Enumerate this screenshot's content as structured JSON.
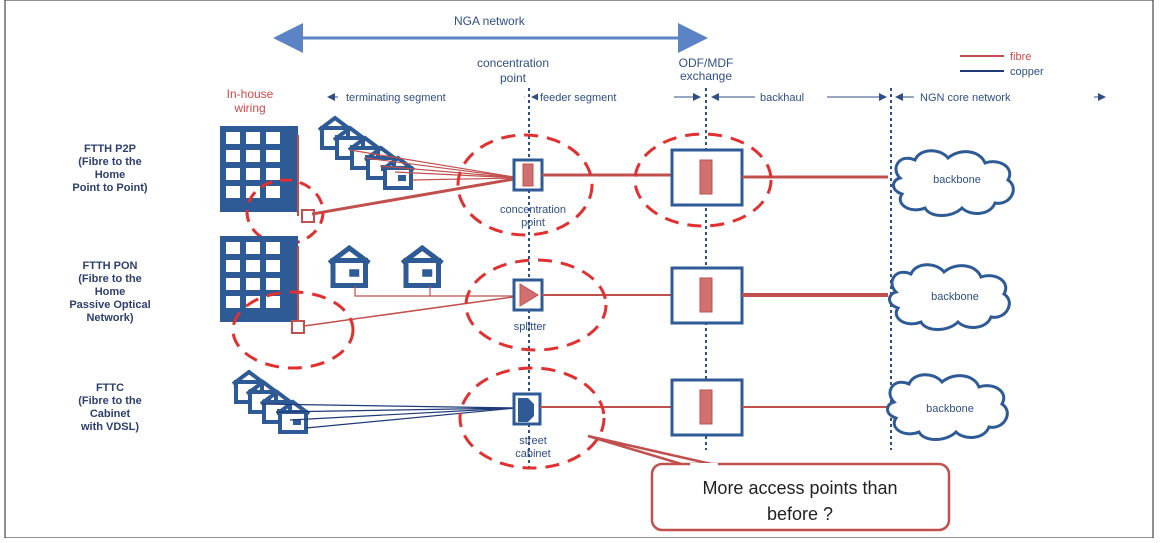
{
  "header": {
    "nga_network": "NGA network",
    "concentration_point": [
      "concentration",
      "point"
    ],
    "odf_mdf": [
      "ODF/MDF",
      "exchange"
    ],
    "in_house_wiring": [
      "In-house",
      "wiring"
    ]
  },
  "legend": {
    "fibre": "fibre",
    "copper": "copper"
  },
  "segments": {
    "terminating": "terminating  segment",
    "feeder": "feeder segment",
    "backhaul": "backhaul",
    "core": "NGN core network"
  },
  "rows": [
    {
      "title": [
        "FTTH P2P",
        "(Fibre to the",
        "Home",
        "Point to Point)"
      ],
      "node": [
        "concentration",
        "point"
      ],
      "cloud": "backbone"
    },
    {
      "title": [
        "FTTH PON",
        "(Fibre  to the",
        "Home",
        "Passive Optical",
        "Network)"
      ],
      "node": [
        "splitter"
      ],
      "cloud": "backbone"
    },
    {
      "title": [
        "FTTC",
        "(Fibre to the",
        "Cabinet",
        "with VDSL)"
      ],
      "node": [
        "street",
        "cabinet"
      ],
      "cloud": "backbone"
    }
  ],
  "callout": [
    "More access points than",
    "before ?"
  ],
  "colors": {
    "fibre": "#c0504d",
    "copper": "#1f3a78",
    "dashed_circle": "#e03030",
    "building": "#2e5a95"
  }
}
